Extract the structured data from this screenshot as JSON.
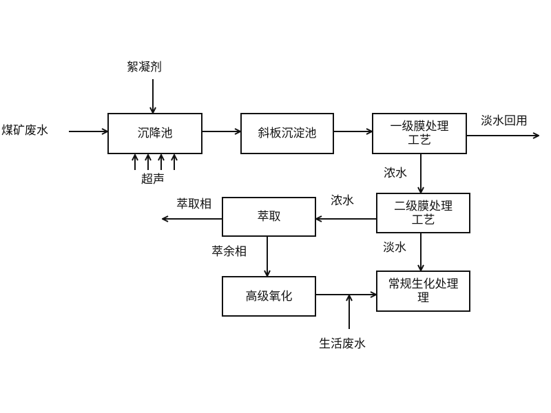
{
  "diagram": {
    "type": "process-flowchart",
    "nodes": {
      "settling_tank": "沉降池",
      "inclined_plate": "斜板沉淀池",
      "membrane1_line1": "一级膜处理",
      "membrane1_line2": "工艺",
      "membrane2_line1": "二级膜处理",
      "membrane2_line2": "工艺",
      "extraction": "萃取",
      "advanced_oxidation": "高级氧化",
      "biochem_line1": "常规生化处理",
      "biochem_line2": "理"
    },
    "labels": {
      "input_wastewater": "煤矿废水",
      "flocculant": "絮凝剂",
      "ultrasound": "超声",
      "fresh_water_reuse": "淡水回用",
      "concentrate_1": "浓水",
      "concentrate_2": "浓水",
      "fresh_water_2": "淡水",
      "extract_phase": "萃取相",
      "raffinate_phase": "萃余相",
      "domestic_wastewater": "生活废水"
    },
    "edges": [
      {
        "from": "煤矿废水",
        "to": "沉降池"
      },
      {
        "from": "絮凝剂",
        "to": "沉降池"
      },
      {
        "from": "超声",
        "to": "沉降池"
      },
      {
        "from": "沉降池",
        "to": "斜板沉淀池"
      },
      {
        "from": "斜板沉淀池",
        "to": "一级膜处理工艺"
      },
      {
        "from": "一级膜处理工艺",
        "to": "淡水回用",
        "label": "淡水回用"
      },
      {
        "from": "一级膜处理工艺",
        "to": "二级膜处理工艺",
        "label": "浓水"
      },
      {
        "from": "二级膜处理工艺",
        "to": "萃取",
        "label": "浓水"
      },
      {
        "from": "二级膜处理工艺",
        "to": "常规生化处理",
        "label": "淡水"
      },
      {
        "from": "萃取",
        "to": "萃取相",
        "label": "萃取相"
      },
      {
        "from": "萃取",
        "to": "高级氧化",
        "label": "萃余相"
      },
      {
        "from": "高级氧化",
        "to": "常规生化处理"
      },
      {
        "from": "生活废水",
        "to": "常规生化处理"
      }
    ]
  }
}
